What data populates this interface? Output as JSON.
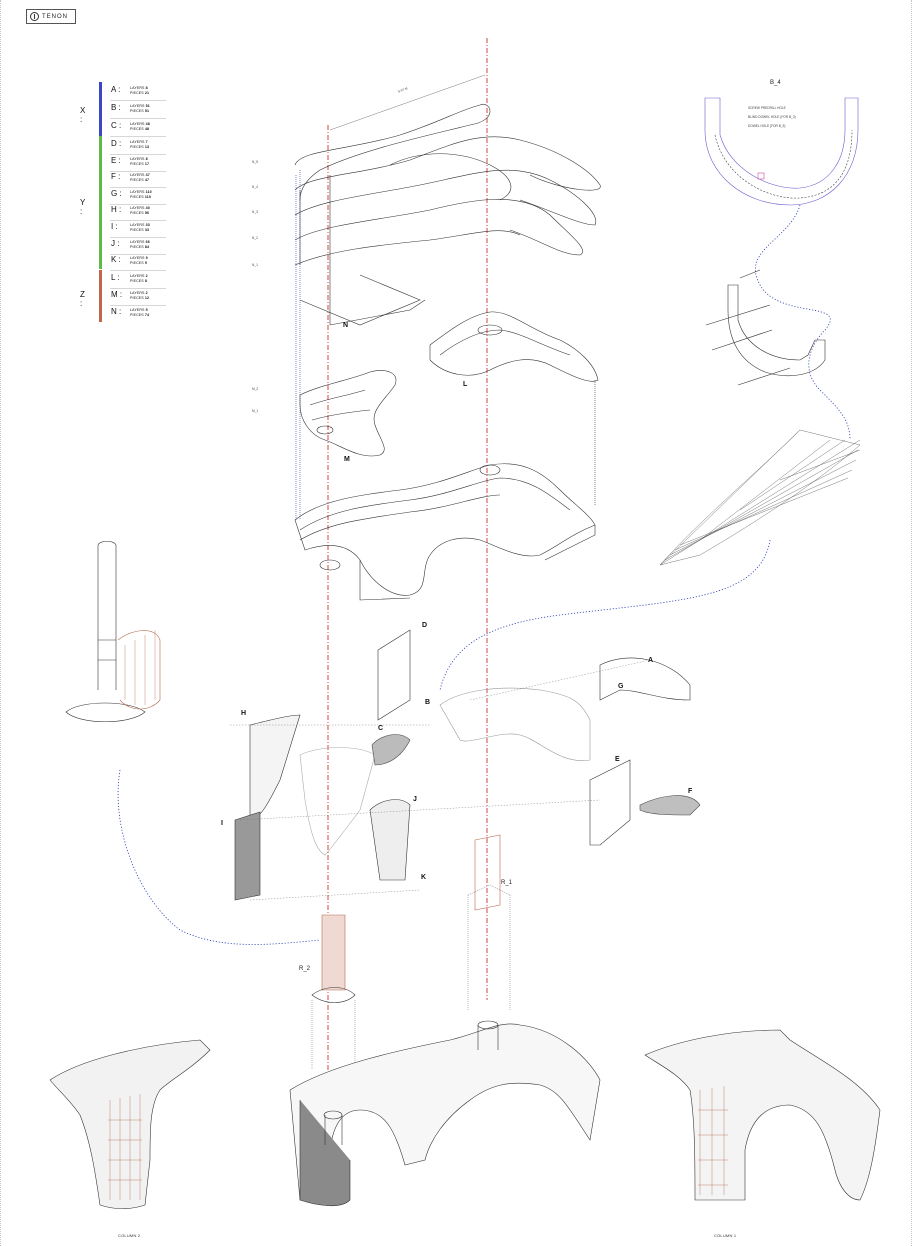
{
  "logo": {
    "text": "TENON"
  },
  "legend": {
    "groups": [
      {
        "axis": "X :",
        "color": "#3b46c6",
        "rows": [
          {
            "letter": "A :",
            "layers": "8",
            "pieces": "21"
          },
          {
            "letter": "B :",
            "layers": "51",
            "pieces": "51"
          },
          {
            "letter": "C :",
            "layers": "48",
            "pieces": "48"
          }
        ]
      },
      {
        "axis": "Y :",
        "color": "#5fba46",
        "rows": [
          {
            "letter": "D :",
            "layers": "7",
            "pieces": "13"
          },
          {
            "letter": "E :",
            "layers": "8",
            "pieces": "17"
          },
          {
            "letter": "F :",
            "layers": "47",
            "pieces": "47"
          },
          {
            "letter": "G :",
            "layers": "110",
            "pieces": "110"
          },
          {
            "letter": "H :",
            "layers": "40",
            "pieces": "56"
          },
          {
            "letter": "I :",
            "layers": "33",
            "pieces": "33"
          },
          {
            "letter": "J :",
            "layers": "66",
            "pieces": "84"
          },
          {
            "letter": "K :",
            "layers": "9",
            "pieces": "9"
          }
        ]
      },
      {
        "axis": "Z :",
        "color": "#c0664a",
        "rows": [
          {
            "letter": "L :",
            "layers": "2",
            "pieces": "8"
          },
          {
            "letter": "M :",
            "layers": "2",
            "pieces": "12"
          },
          {
            "letter": "N :",
            "layers": "5",
            "pieces": "74"
          }
        ]
      }
    ],
    "layers_label": "LAYERS",
    "pieces_label": "PIECES"
  },
  "section_labels": {
    "N": "N",
    "L": "L",
    "M": "M",
    "A": "A",
    "B": "B",
    "C": "C",
    "D": "D",
    "E": "E",
    "F": "F",
    "G": "G",
    "H": "H",
    "I": "I",
    "J": "J",
    "K": "K",
    "R_1": "R_1",
    "R_2": "R_2",
    "B_4": "B_4"
  },
  "layer_tags": [
    "N_5",
    "N_4",
    "N_3",
    "N_2",
    "N_1",
    "M_2",
    "M_1"
  ],
  "dimension_text": "5.97 M",
  "b4_notes": [
    "SCREW PREDRILL HOLE",
    "BLIND DOWEL HOLE (FOR B_3)",
    "DOWEL HOLE (FOR B_5)"
  ],
  "captions": {
    "column_2": "COLUMN 2",
    "column_1": "COLUMN 1"
  },
  "colors": {
    "axis_red": "#d0312d",
    "path_blue": "#2a3fb0",
    "rib_brown": "#b86a4e",
    "line": "#333333"
  }
}
